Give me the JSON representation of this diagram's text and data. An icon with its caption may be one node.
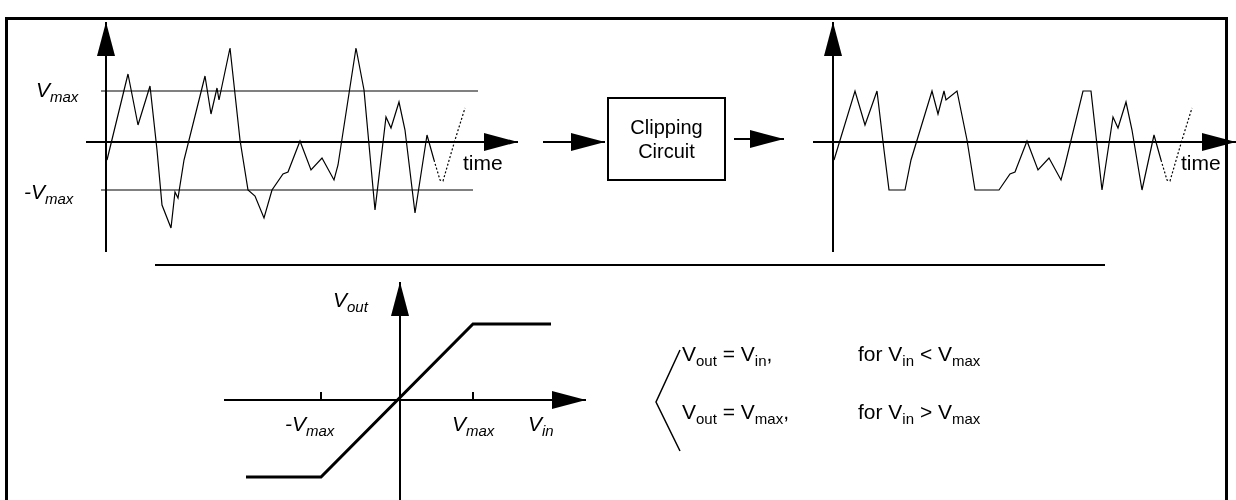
{
  "diagram": {
    "nodes": [
      {
        "text": [],
        "shape": "picture"
      },
      {
        "text": [
          "Clipping Circuit"
        ]
      },
      {
        "text": [],
        "shape": "picture"
      }
    ],
    "edges": [
      {
        "from": 0,
        "to": 1,
        "arrow": "to"
      },
      {
        "from": 1,
        "to": 2,
        "arrow": "to"
      }
    ],
    "labels": [
      "V$_{max}$",
      "-V$_{max}$",
      "time",
      "time",
      "V$_{out}$",
      "-V$_{max}$",
      "V$_{max}$",
      "V$_{in}$",
      "V$_{out}$ = V$_{in}$,",
      "for V$_{in}$ < V$_{max}$",
      "V$_{out}$ = V$_{max}$,",
      "for V$_{in}$ > V$_{max}$"
    ]
  }
}
